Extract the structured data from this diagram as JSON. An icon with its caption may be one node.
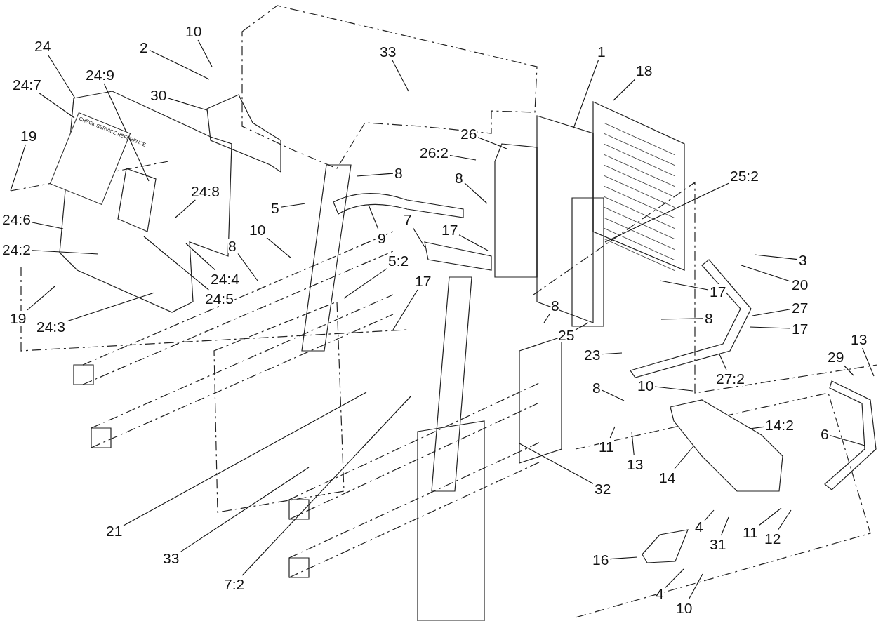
{
  "diagram": {
    "nodes": [
      {
        "text": [
          "10"
        ]
      },
      {
        "text": [
          "2"
        ]
      },
      {
        "text": [
          "33"
        ]
      },
      {
        "text": [
          "1"
        ]
      },
      {
        "text": [
          "18"
        ]
      },
      {
        "text": [
          "24"
        ]
      },
      {
        "text": [
          "24:9"
        ]
      },
      {
        "text": [
          "30"
        ]
      },
      {
        "text": [
          "24:7"
        ]
      },
      {
        "text": [
          "19"
        ]
      },
      {
        "text": [
          "26"
        ]
      },
      {
        "text": [
          "26:2"
        ]
      },
      {
        "text": [
          "8"
        ]
      },
      {
        "text": [
          "8"
        ]
      },
      {
        "text": [
          "24:8"
        ]
      },
      {
        "text": [
          "5"
        ]
      },
      {
        "text": [
          "9"
        ]
      },
      {
        "text": [
          "25:2"
        ]
      },
      {
        "text": [
          "24:6"
        ]
      },
      {
        "text": [
          "10"
        ]
      },
      {
        "text": [
          "7"
        ]
      },
      {
        "text": [
          "17"
        ]
      },
      {
        "text": [
          "8"
        ]
      },
      {
        "text": [
          "5:2"
        ]
      },
      {
        "text": [
          "24:2"
        ]
      },
      {
        "text": [
          "24:4"
        ]
      },
      {
        "text": [
          "24:5"
        ]
      },
      {
        "text": [
          "3"
        ]
      },
      {
        "text": [
          "20"
        ]
      },
      {
        "text": [
          "17"
        ]
      },
      {
        "text": [
          "27"
        ]
      },
      {
        "text": [
          "19"
        ]
      },
      {
        "text": [
          "24:3"
        ]
      },
      {
        "text": [
          "17"
        ]
      },
      {
        "text": [
          "8"
        ]
      },
      {
        "text": [
          "25"
        ]
      },
      {
        "text": [
          "8"
        ]
      },
      {
        "text": [
          "17"
        ]
      },
      {
        "text": [
          "29"
        ]
      },
      {
        "text": [
          "13"
        ]
      },
      {
        "text": [
          "23"
        ]
      },
      {
        "text": [
          "27:2"
        ]
      },
      {
        "text": [
          "10"
        ]
      },
      {
        "text": [
          "8"
        ]
      },
      {
        "text": [
          "11"
        ]
      },
      {
        "text": [
          "13"
        ]
      },
      {
        "text": [
          "14:2"
        ]
      },
      {
        "text": [
          "6"
        ]
      },
      {
        "text": [
          "14"
        ]
      },
      {
        "text": [
          "32"
        ]
      },
      {
        "text": [
          "21"
        ]
      },
      {
        "text": [
          "4"
        ]
      },
      {
        "text": [
          "31"
        ]
      },
      {
        "text": [
          "11"
        ]
      },
      {
        "text": [
          "12"
        ]
      },
      {
        "text": [
          "33"
        ]
      },
      {
        "text": [
          "16"
        ]
      },
      {
        "text": [
          "7:2"
        ]
      },
      {
        "text": [
          "4"
        ]
      },
      {
        "text": [
          "10"
        ]
      },
      {
        "text": [
          "CHECK SERVICE REFERENCE"
        ]
      },
      {
        "text": [],
        "shape": "picture"
      }
    ],
    "edges": [
      {
        "from": 0,
        "to": null,
        "arrow": "none"
      },
      {
        "from": 1,
        "to": null,
        "arrow": "none"
      },
      {
        "from": 2,
        "to": null,
        "arrow": "none"
      },
      {
        "from": 3,
        "to": null,
        "arrow": "none"
      },
      {
        "from": 4,
        "to": null,
        "arrow": "none"
      },
      {
        "from": 5,
        "to": null,
        "arrow": "none"
      },
      {
        "from": 6,
        "to": null,
        "arrow": "none"
      },
      {
        "from": 7,
        "to": null,
        "arrow": "none"
      },
      {
        "from": 8,
        "to": 60,
        "arrow": "none"
      },
      {
        "from": 9,
        "to": null,
        "arrow": "none"
      },
      {
        "from": 10,
        "to": null,
        "arrow": "none"
      },
      {
        "from": 11,
        "to": null,
        "arrow": "none"
      },
      {
        "from": 12,
        "to": null,
        "arrow": "none"
      },
      {
        "from": 13,
        "to": null,
        "arrow": "none"
      },
      {
        "from": 14,
        "to": null,
        "arrow": "none"
      },
      {
        "from": 15,
        "to": null,
        "arrow": "none"
      },
      {
        "from": 16,
        "to": null,
        "arrow": "none"
      },
      {
        "from": 17,
        "to": null,
        "arrow": "none"
      },
      {
        "from": 18,
        "to": null,
        "arrow": "none"
      },
      {
        "from": 19,
        "to": null,
        "arrow": "none"
      },
      {
        "from": 20,
        "to": null,
        "arrow": "none"
      },
      {
        "from": 21,
        "to": null,
        "arrow": "none"
      },
      {
        "from": 22,
        "to": null,
        "arrow": "none"
      },
      {
        "from": 23,
        "to": null,
        "arrow": "none"
      },
      {
        "from": 24,
        "to": null,
        "arrow": "none"
      },
      {
        "from": 25,
        "to": null,
        "arrow": "none"
      },
      {
        "from": 26,
        "to": null,
        "arrow": "none"
      },
      {
        "from": 27,
        "to": null,
        "arrow": "none"
      },
      {
        "from": 28,
        "to": null,
        "arrow": "none"
      },
      {
        "from": 29,
        "to": null,
        "arrow": "none"
      },
      {
        "from": 30,
        "to": null,
        "arrow": "none"
      },
      {
        "from": 31,
        "to": null,
        "arrow": "none"
      },
      {
        "from": 32,
        "to": null,
        "arrow": "none"
      },
      {
        "from": 33,
        "to": null,
        "arrow": "none"
      },
      {
        "from": 34,
        "to": null,
        "arrow": "none"
      },
      {
        "from": 35,
        "to": null,
        "arrow": "none"
      },
      {
        "from": 36,
        "to": null,
        "arrow": "none"
      },
      {
        "from": 37,
        "to": null,
        "arrow": "none"
      },
      {
        "from": 38,
        "to": null,
        "arrow": "none"
      },
      {
        "from": 39,
        "to": null,
        "arrow": "none"
      },
      {
        "from": 40,
        "to": null,
        "arrow": "none"
      },
      {
        "from": 41,
        "to": null,
        "arrow": "none"
      },
      {
        "from": 42,
        "to": null,
        "arrow": "none"
      },
      {
        "from": 43,
        "to": null,
        "arrow": "none"
      },
      {
        "from": 44,
        "to": null,
        "arrow": "none"
      },
      {
        "from": 45,
        "to": null,
        "arrow": "none"
      },
      {
        "from": 46,
        "to": 61,
        "arrow": "none"
      },
      {
        "from": 47,
        "to": null,
        "arrow": "none"
      },
      {
        "from": 48,
        "to": 61,
        "arrow": "none"
      },
      {
        "from": 49,
        "to": null,
        "arrow": "none"
      },
      {
        "from": 50,
        "to": null,
        "arrow": "none"
      },
      {
        "from": 51,
        "to": null,
        "arrow": "none"
      },
      {
        "from": 52,
        "to": null,
        "arrow": "none"
      },
      {
        "from": 53,
        "to": null,
        "arrow": "none"
      },
      {
        "from": 54,
        "to": null,
        "arrow": "none"
      },
      {
        "from": 55,
        "to": null,
        "arrow": "none"
      },
      {
        "from": 56,
        "to": null,
        "arrow": "none"
      },
      {
        "from": 57,
        "to": null,
        "arrow": "none"
      },
      {
        "from": 58,
        "to": null,
        "arrow": "none"
      },
      {
        "from": 59,
        "to": null,
        "arrow": "none"
      }
    ]
  }
}
